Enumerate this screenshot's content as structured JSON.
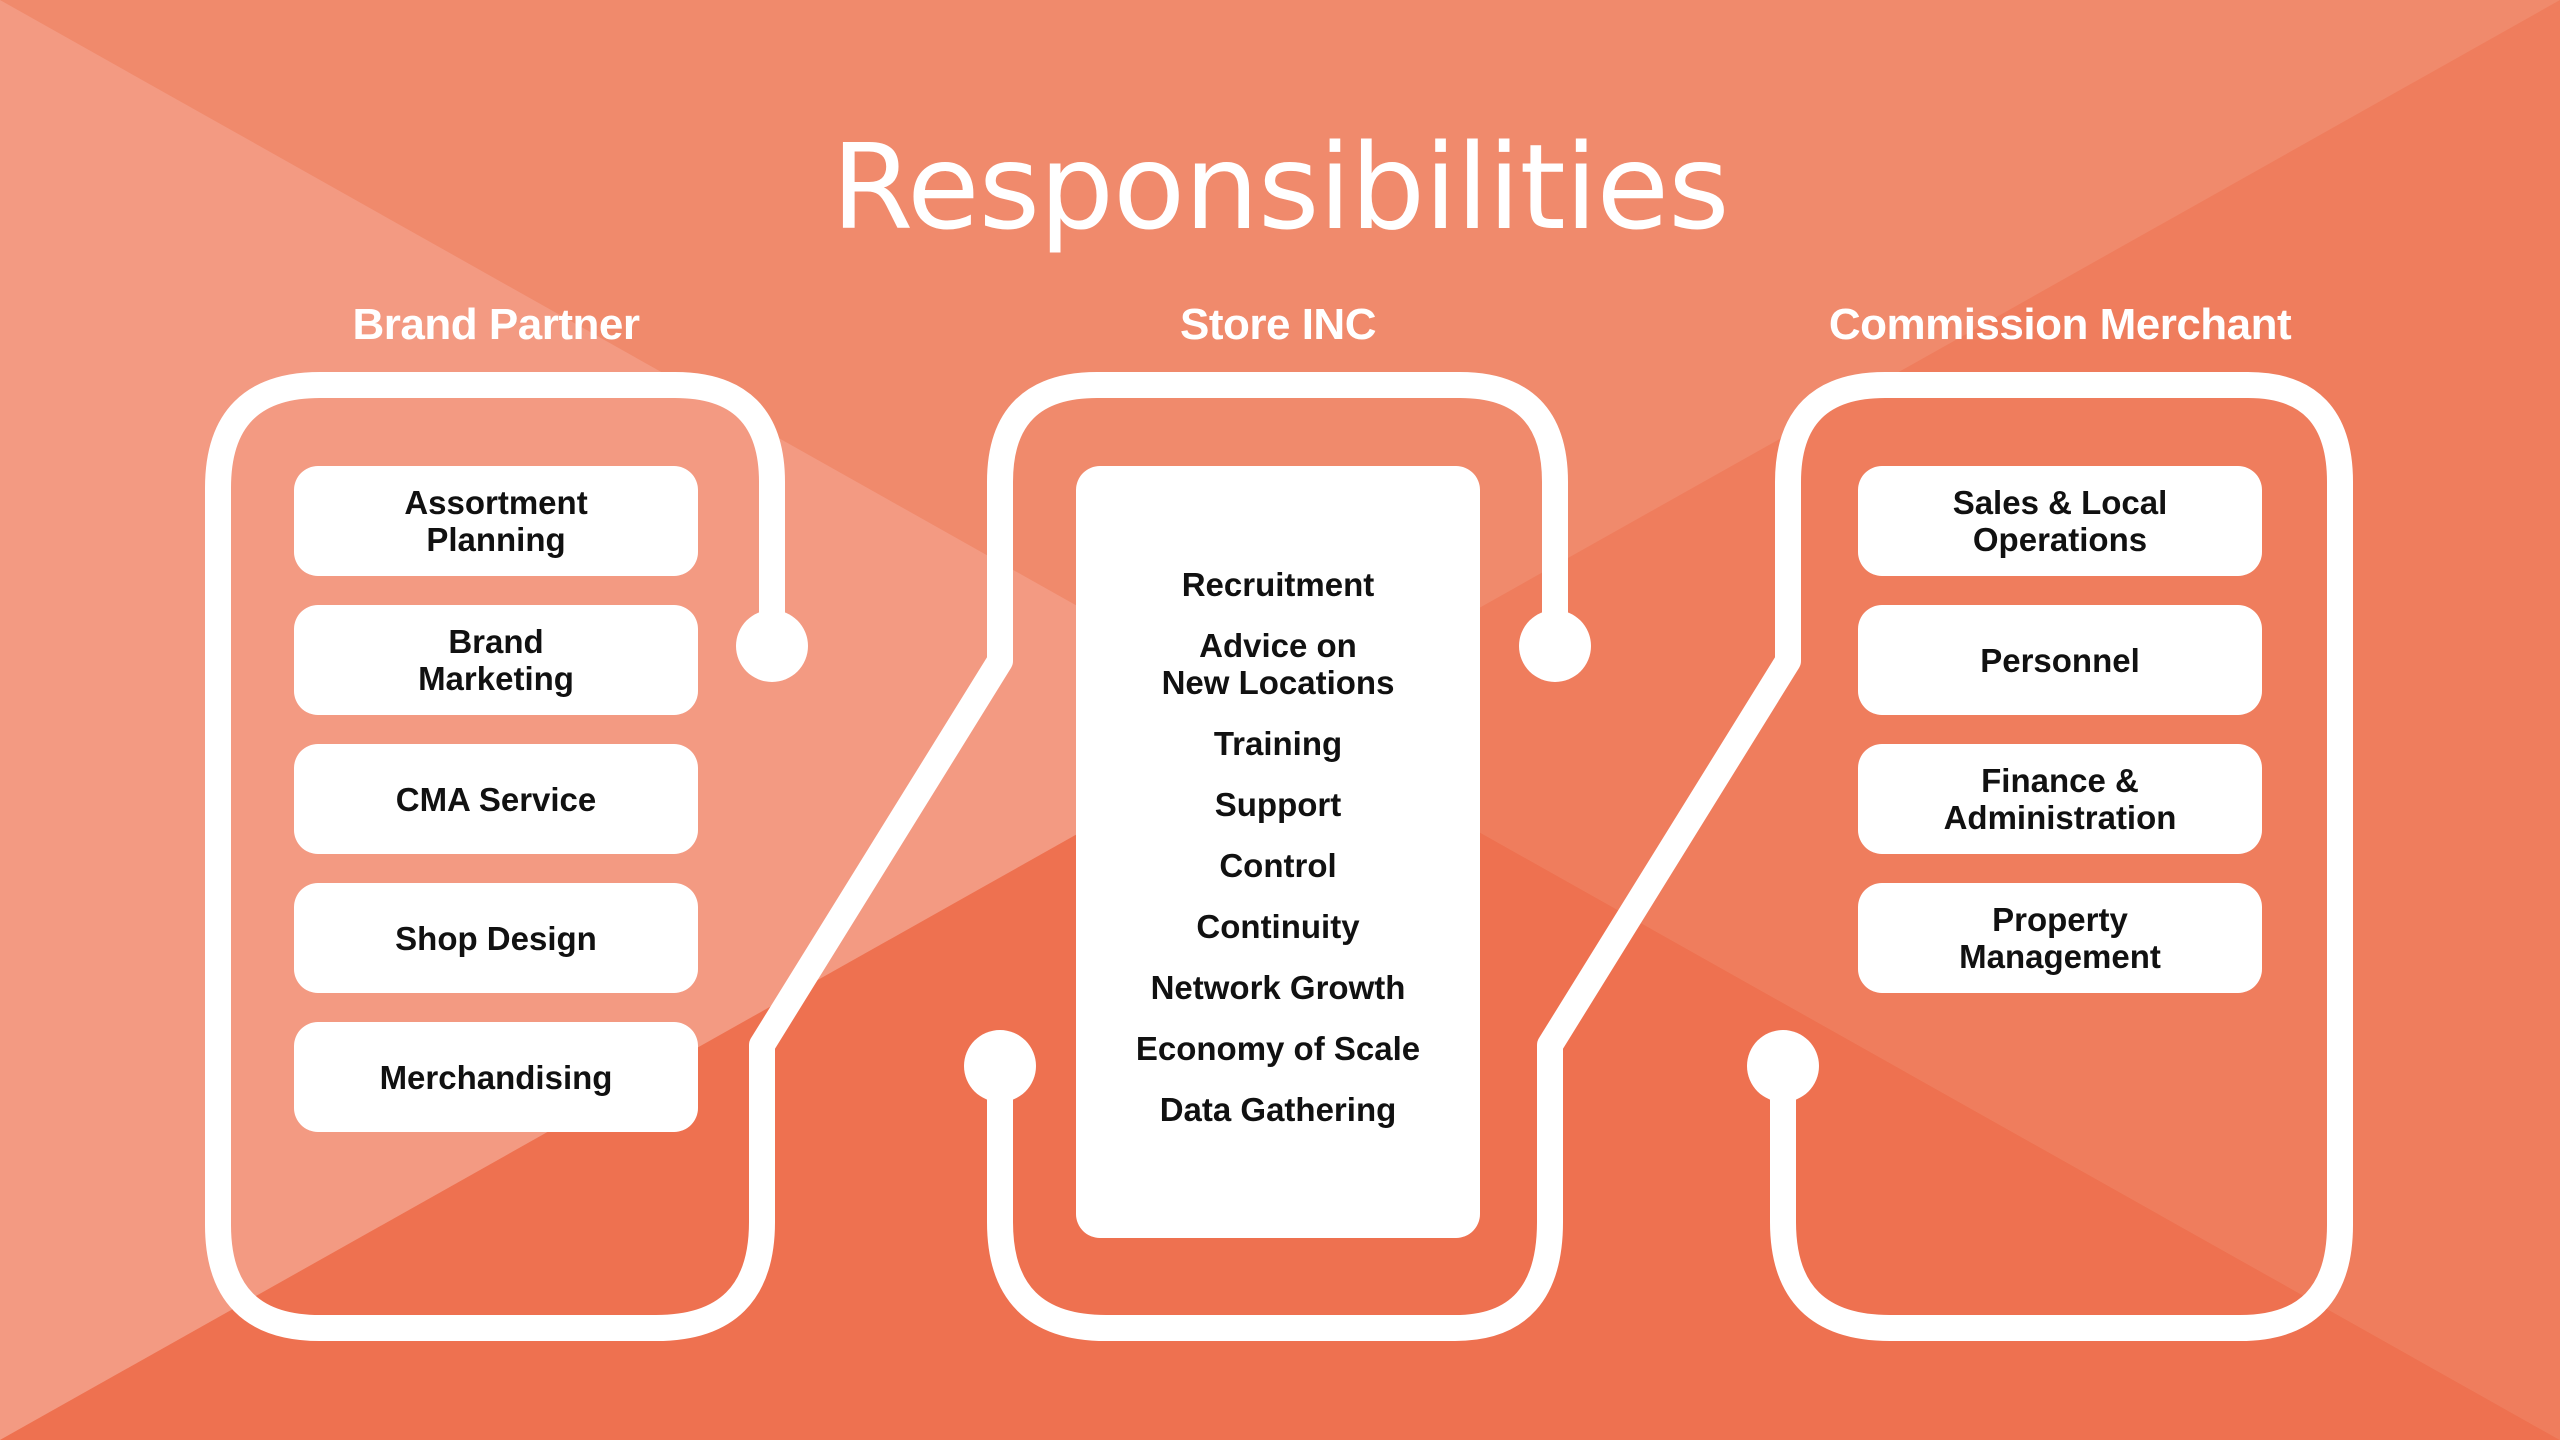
{
  "title": "Responsibilities",
  "columns": {
    "left": {
      "heading": "Brand Partner",
      "items": [
        "Assortment\nPlanning",
        "Brand\nMarketing",
        "CMA Service",
        "Shop Design",
        "Merchandising"
      ]
    },
    "center": {
      "heading": "Store INC",
      "items": [
        "Recruitment",
        "Advice on\nNew Locations",
        "Training",
        "Support",
        "Control",
        "Continuity",
        "Network Growth",
        "Economy of Scale",
        "Data Gathering"
      ]
    },
    "right": {
      "heading": "Commission Merchant",
      "items": [
        "Sales & Local\nOperations",
        "Personnel",
        "Finance &\nAdministration",
        "Property\nManagement"
      ]
    }
  },
  "colors": {
    "background": "#f08a6c",
    "background_light": "#f39a82",
    "background_dark": "#ee7150",
    "line": "#ffffff",
    "text_dark": "#111111"
  }
}
